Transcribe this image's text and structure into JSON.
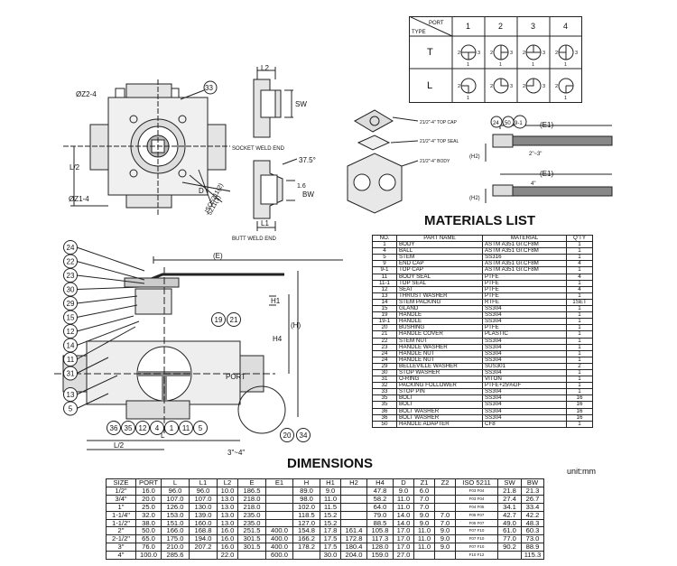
{
  "port_table": {
    "header_port": "PORT",
    "header_type": "TYPE",
    "ports": [
      "1",
      "2",
      "3",
      "4"
    ],
    "types": [
      "T",
      "L"
    ],
    "symbol_digits": [
      "1",
      "2",
      "3"
    ]
  },
  "top_view": {
    "labels": {
      "z2": "ØZ2-4",
      "z1": "ØZ1-4",
      "l2": "L/2",
      "d": "D",
      "iso": "ISO5211(1)",
      "iso2": "ISO5211(2)",
      "balloon": "33"
    }
  },
  "end_details": {
    "l2": "L2",
    "sw": "SW",
    "socket": "SOCKET WELD END",
    "angle": "37.5°",
    "dim16": "1.6",
    "bw": "BW",
    "l1": "L1",
    "butt": "BUTT WELD END"
  },
  "exploded": {
    "topcap": "21/2\"-4\" TOP CAP",
    "topseal": "21/2\"-4\" TOP SEAL",
    "body": "21/2\"-4\" BODY"
  },
  "handle_detail": {
    "e1": "(E1)",
    "h2": "(H2)",
    "range1": "2\"~3\"",
    "range2": "4\"",
    "balloons": [
      "24",
      "50",
      "9-1"
    ]
  },
  "section": {
    "e": "(E)",
    "h1": "H1",
    "h": "(H)",
    "h4": "H4",
    "port": "PORT",
    "l": "L",
    "l2": "L/2",
    "detail": "3\"~4\"",
    "left_balloons": [
      "24",
      "22",
      "23",
      "30",
      "29",
      "15",
      "12",
      "14",
      "11",
      "31",
      "13",
      "5"
    ],
    "bottom_balloons": [
      "36",
      "35",
      "12",
      "4",
      "1",
      "11",
      "5"
    ],
    "handle_balloons": [
      "19",
      "21"
    ],
    "detail_balloons": [
      "20",
      "34"
    ]
  },
  "materials": {
    "title": "MATERIALS LIST",
    "headers": [
      "NO.",
      "PART NAME",
      "MATERIAL",
      "Q'TY"
    ],
    "rows": [
      [
        "1",
        "BODY",
        "ASTM A351 Gr.CF8M",
        "1"
      ],
      [
        "4",
        "BALL",
        "ASTM A351 Gr.CF8M",
        "1"
      ],
      [
        "5",
        "STEM",
        "SS316",
        "1"
      ],
      [
        "9",
        "END CAP",
        "ASTM A351 Gr.CF8M",
        "4"
      ],
      [
        "9-1",
        "TOP CAP",
        "ASTM A351 Gr.CF8M",
        "1"
      ],
      [
        "11",
        "BODY SEAL",
        "PTFE",
        "4"
      ],
      [
        "11-1",
        "TOP SEAL",
        "PTFE",
        "1"
      ],
      [
        "12",
        "SEAT",
        "PTFE",
        "4"
      ],
      [
        "13",
        "THRUST WASHER",
        "PTFE",
        "1"
      ],
      [
        "14",
        "STEM PACKING",
        "RTFE",
        "1SET"
      ],
      [
        "15",
        "GLAND",
        "SS304",
        "1"
      ],
      [
        "19",
        "HANDLE",
        "SS304",
        "1"
      ],
      [
        "19-1",
        "HANDLE",
        "SS304",
        "1"
      ],
      [
        "20",
        "BUSHING",
        "PTFE",
        "1"
      ],
      [
        "21",
        "HANDLE COVER",
        "PLASTIC",
        "1"
      ],
      [
        "22",
        "STEM NUT",
        "SS304",
        "1"
      ],
      [
        "23",
        "HANDLE WASHER",
        "SS304",
        "1"
      ],
      [
        "24",
        "HANDLE NUT",
        "SS304",
        "1"
      ],
      [
        "24",
        "HANDLE NUT",
        "SS304",
        "1"
      ],
      [
        "29",
        "BELLEVILLE WASHER",
        "SUS301",
        "2"
      ],
      [
        "30",
        "STOP WASHER",
        "SS304",
        "1"
      ],
      [
        "31",
        "O-RING",
        "VITON",
        "1"
      ],
      [
        "32",
        "PACKING FOLLOWER",
        "PTFE+25%GF",
        "1"
      ],
      [
        "33",
        "STOP PIN",
        "SS304",
        "1"
      ],
      [
        "35",
        "BOLT",
        "SS304",
        "16"
      ],
      [
        "35",
        "BOLT",
        "SS304",
        "16"
      ],
      [
        "36",
        "BOLT WASHER",
        "SS304",
        "16"
      ],
      [
        "36",
        "BOLT WASHER",
        "SS304",
        "16"
      ],
      [
        "50",
        "HANDLE ADAPTER",
        "CF8",
        "1"
      ]
    ]
  },
  "dimensions": {
    "title": "DIMENSIONS",
    "unit": "unit:mm",
    "headers": [
      "SIZE",
      "PORT",
      "L",
      "L1",
      "L2",
      "E",
      "E1",
      "H",
      "H1",
      "H2",
      "H4",
      "D",
      "Z1",
      "Z2",
      "ISO 5211",
      "SW",
      "BW"
    ],
    "rows": [
      [
        "1/2\"",
        "16.0",
        "96.0",
        "96.0",
        "10.0",
        "186.5",
        "",
        "89.0",
        "9.0",
        "",
        "47.8",
        "9.0",
        "6.0",
        "",
        "F03 F04",
        "21.8",
        "21.3"
      ],
      [
        "3/4\"",
        "20.0",
        "107.0",
        "107.0",
        "13.0",
        "218.0",
        "",
        "98.0",
        "11.0",
        "",
        "58.2",
        "11.0",
        "7.0",
        "",
        "F03 F04",
        "27.4",
        "26.7"
      ],
      [
        "1\"",
        "25.0",
        "126.0",
        "130.0",
        "13.0",
        "218.0",
        "",
        "102.0",
        "11.5",
        "",
        "64.0",
        "11.0",
        "7.0",
        "",
        "F04 F05",
        "34.1",
        "33.4"
      ],
      [
        "1-1/4\"",
        "32.0",
        "153.0",
        "139.0",
        "13.0",
        "235.0",
        "",
        "118.5",
        "15.2",
        "",
        "79.0",
        "14.0",
        "9.0",
        "7.0",
        "F05 F07",
        "42.7",
        "42.2"
      ],
      [
        "1-1/2\"",
        "38.0",
        "151.0",
        "160.0",
        "13.0",
        "235.0",
        "",
        "127.0",
        "15.2",
        "",
        "88.5",
        "14.0",
        "9.0",
        "7.0",
        "F05 F07",
        "49.0",
        "48.3"
      ],
      [
        "2\"",
        "50.0",
        "166.0",
        "168.8",
        "16.0",
        "251.5",
        "400.0",
        "154.8",
        "17.8",
        "161.4",
        "105.8",
        "17.0",
        "11.0",
        "9.0",
        "F07 F10",
        "61.0",
        "60.3"
      ],
      [
        "2-1/2\"",
        "65.0",
        "175.0",
        "194.0",
        "16.0",
        "301.5",
        "400.0",
        "166.2",
        "17.5",
        "172.8",
        "117.3",
        "17.0",
        "11.0",
        "9.0",
        "F07 F10",
        "77.0",
        "73.0"
      ],
      [
        "3\"",
        "76.0",
        "210.0",
        "207.2",
        "16.0",
        "301.5",
        "400.0",
        "178.2",
        "17.5",
        "180.4",
        "128.0",
        "17.0",
        "11.0",
        "9.0",
        "F07 F10",
        "90.2",
        "88.9"
      ],
      [
        "4\"",
        "100.0",
        "285.6",
        "",
        "22.0",
        "",
        "600.0",
        "",
        "30.0",
        "204.0",
        "159.0",
        "27.0",
        "",
        "",
        "F10 F12",
        "",
        "115.3"
      ]
    ]
  }
}
